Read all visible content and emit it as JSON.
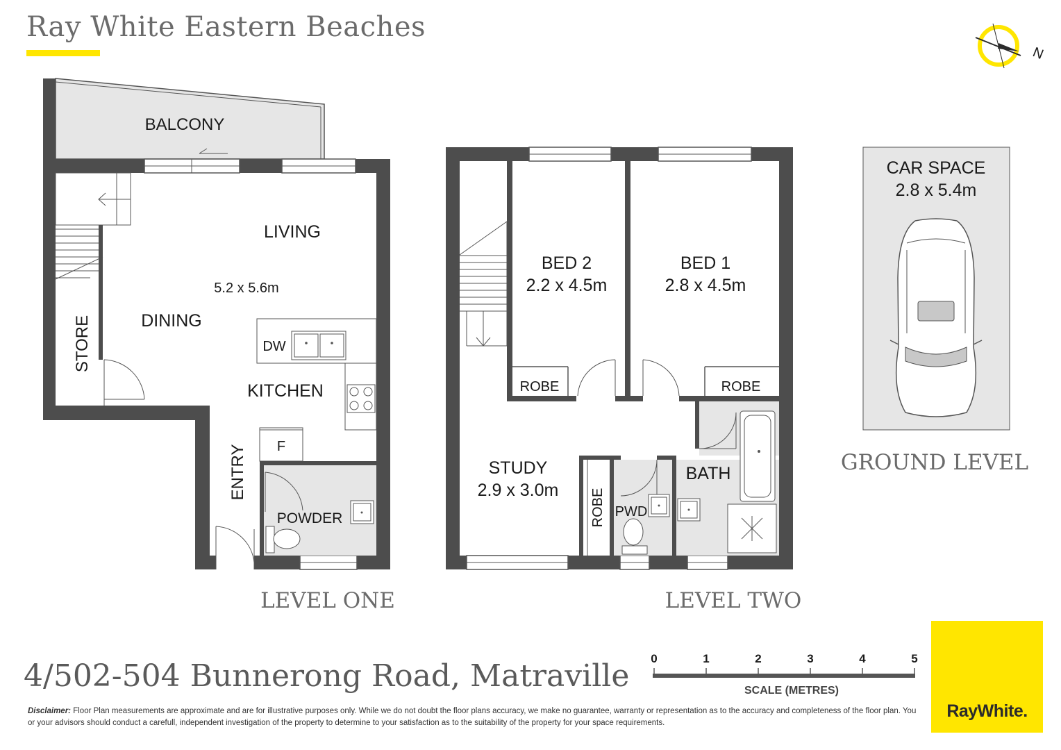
{
  "brand": {
    "name": "Ray White Eastern Beaches",
    "accent_color": "#ffe600"
  },
  "compass": {
    "label": "N"
  },
  "level_one": {
    "title": "LEVEL ONE",
    "rooms": {
      "balcony": "BALCONY",
      "living": "LIVING",
      "living_size": "5.2 x 5.6m",
      "dining": "DINING",
      "store": "STORE",
      "dw": "DW",
      "kitchen": "KITCHEN",
      "fridge": "F",
      "entry": "ENTRY",
      "powder": "POWDER"
    }
  },
  "level_two": {
    "title": "LEVEL TWO",
    "rooms": {
      "bed2": "BED 2",
      "bed2_size": "2.2 x 4.5m",
      "bed1": "BED 1",
      "bed1_size": "2.8 x 4.5m",
      "robe_a": "ROBE",
      "robe_b": "ROBE",
      "robe_c": "ROBE",
      "study": "STUDY",
      "study_size": "2.9 x 3.0m",
      "pwd": "PWD",
      "bath": "BATH"
    }
  },
  "ground_level": {
    "title": "GROUND LEVEL",
    "car_space": "CAR SPACE",
    "car_space_size": "2.8 x 5.4m"
  },
  "scale": {
    "ticks": [
      "0",
      "1",
      "2",
      "3",
      "4",
      "5"
    ],
    "title": "SCALE (METRES)"
  },
  "address": "4/502-504 Bunnerong Road, Matraville",
  "disclaimer": {
    "label": "Disclaimer:",
    "text": "Floor Plan measurements are approximate and are for illustrative purposes only. While we do not doubt the  floor  plans  accuracy,  we make no guarantee, warranty or representation as to the accuracy and completeness of the floor plan.  You  or  your  advisors  should  conduct a carefull, independent investigation of the property to determine to your satisfaction as to the suitability of the property for your space requirements."
  },
  "logo": {
    "text": "RayWhite."
  }
}
